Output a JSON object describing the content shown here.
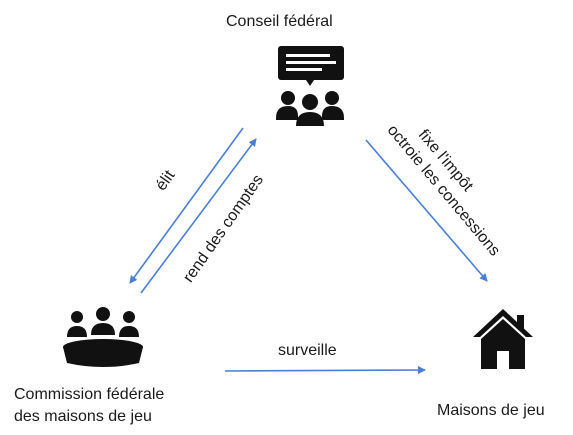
{
  "nodes": {
    "council": {
      "label": "Conseil fédéral",
      "icon": "meeting-presentation-icon"
    },
    "commission": {
      "line1": "Commission fédérale",
      "line2": "des maisons de jeu",
      "icon": "group-table-icon"
    },
    "casinos": {
      "label": "Maisons de jeu",
      "icon": "house-icon"
    }
  },
  "edges": {
    "elects": "élit",
    "reports": "rend des comptes",
    "tax": "fixe l'impôt",
    "concessions": "octroie les concessions",
    "supervises": "surveille"
  },
  "colors": {
    "arrow": "#4a7fd6",
    "icon": "#111111",
    "text": "#1a1a1a"
  }
}
